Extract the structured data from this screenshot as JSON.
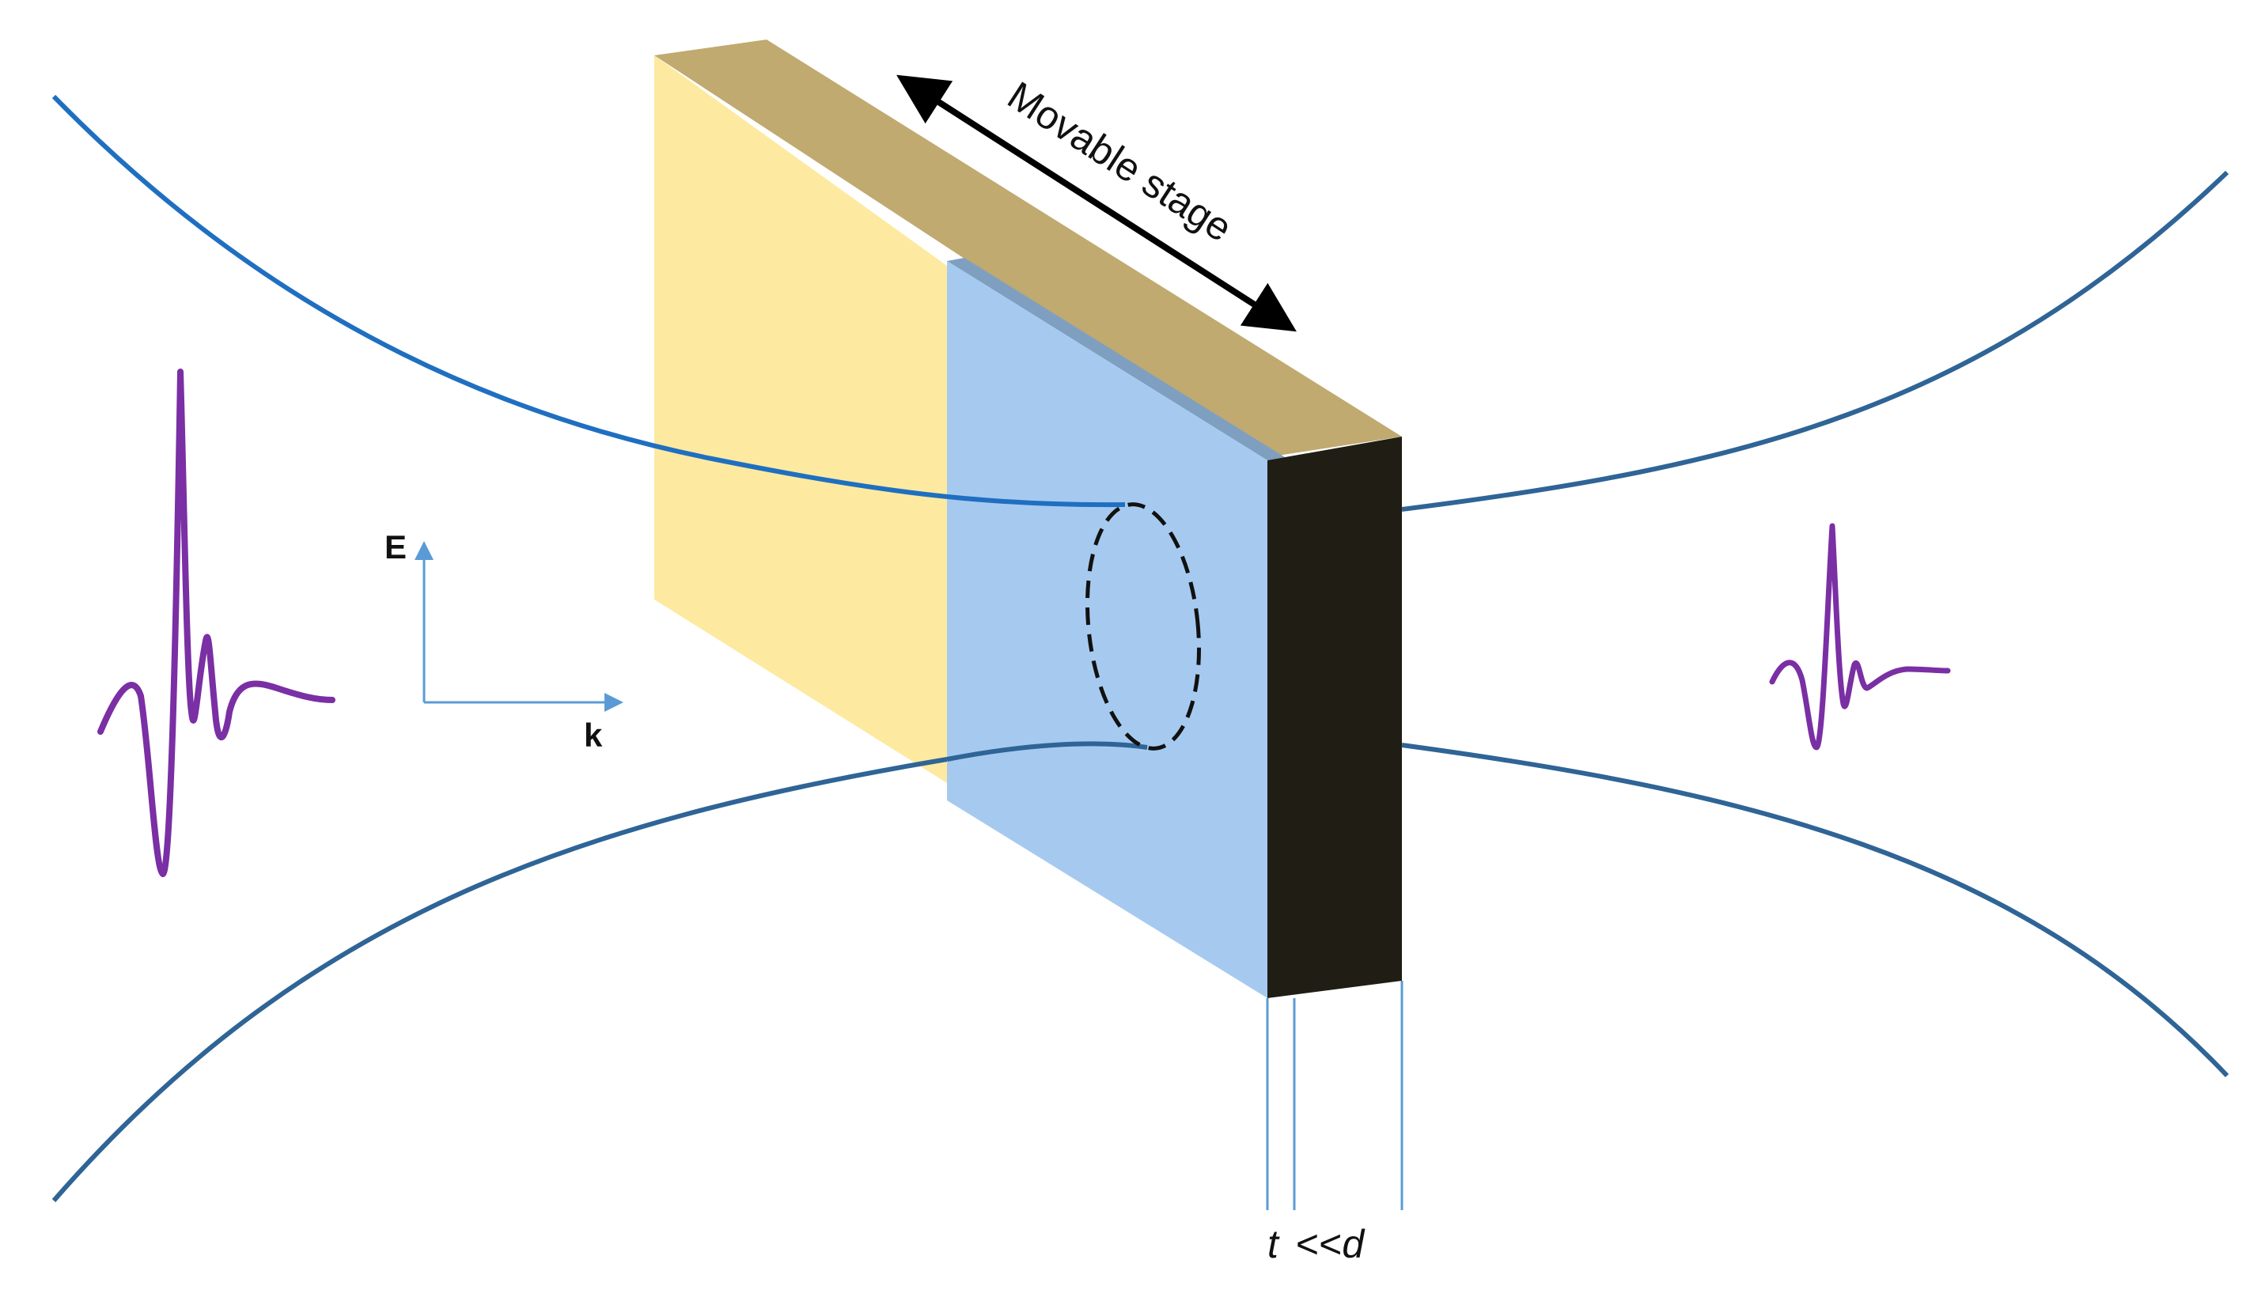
{
  "labels": {
    "movable_stage": "Movable stage",
    "e_axis": "E",
    "k_axis": "k",
    "thickness_t": "t",
    "thickness_rel": "<<",
    "thickness_d": "d"
  },
  "colors": {
    "beam": "#2f6496",
    "beam_left_top": "#1f6fc1",
    "pulse": "#7a2fa4",
    "substrate_front": "#fdeaa0",
    "stage_top": "#c0aa70",
    "sample_front": "#a6caef",
    "sample_top": "#7f9fc0",
    "sample_side": "#201d14",
    "axis": "#5b9bd5"
  },
  "icons": {
    "incident_pulse": "incident-terahertz-waveform",
    "transmitted_pulse": "transmitted-terahertz-waveform",
    "focal_spot": "dashed-ellipse-focal-spot",
    "stage_arrow": "double-headed-arrow"
  }
}
